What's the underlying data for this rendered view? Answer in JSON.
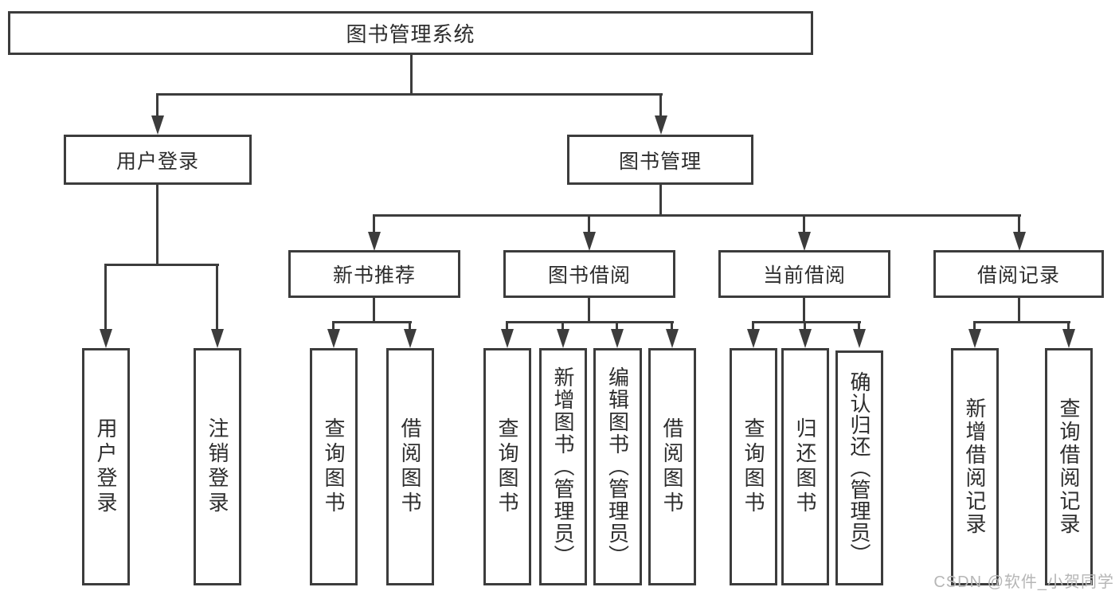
{
  "diagram": {
    "root": "图书管理系统",
    "branches": [
      {
        "label": "用户登录",
        "leaves": [
          "用户登录",
          "注销登录"
        ]
      },
      {
        "label": "图书管理",
        "groups": [
          {
            "label": "新书推荐",
            "leaves": [
              "查询图书",
              "借阅图书"
            ]
          },
          {
            "label": "图书借阅",
            "leaves": [
              "查询图书",
              "新增图书（管理员）",
              "编辑图书（管理员）",
              "借阅图书"
            ]
          },
          {
            "label": "当前借阅",
            "leaves": [
              "查询图书",
              "归还图书",
              "确认归还（管理员）"
            ]
          },
          {
            "label": "借阅记录",
            "leaves": [
              "新增借阅记录",
              "查询借阅记录"
            ]
          }
        ]
      }
    ]
  },
  "watermark": "CSDN @软件_小贺同学",
  "colors": {
    "line": "#3c3c3c",
    "text": "#2d2d2d",
    "watermark": "#b6b6b6",
    "background": "#ffffff"
  }
}
